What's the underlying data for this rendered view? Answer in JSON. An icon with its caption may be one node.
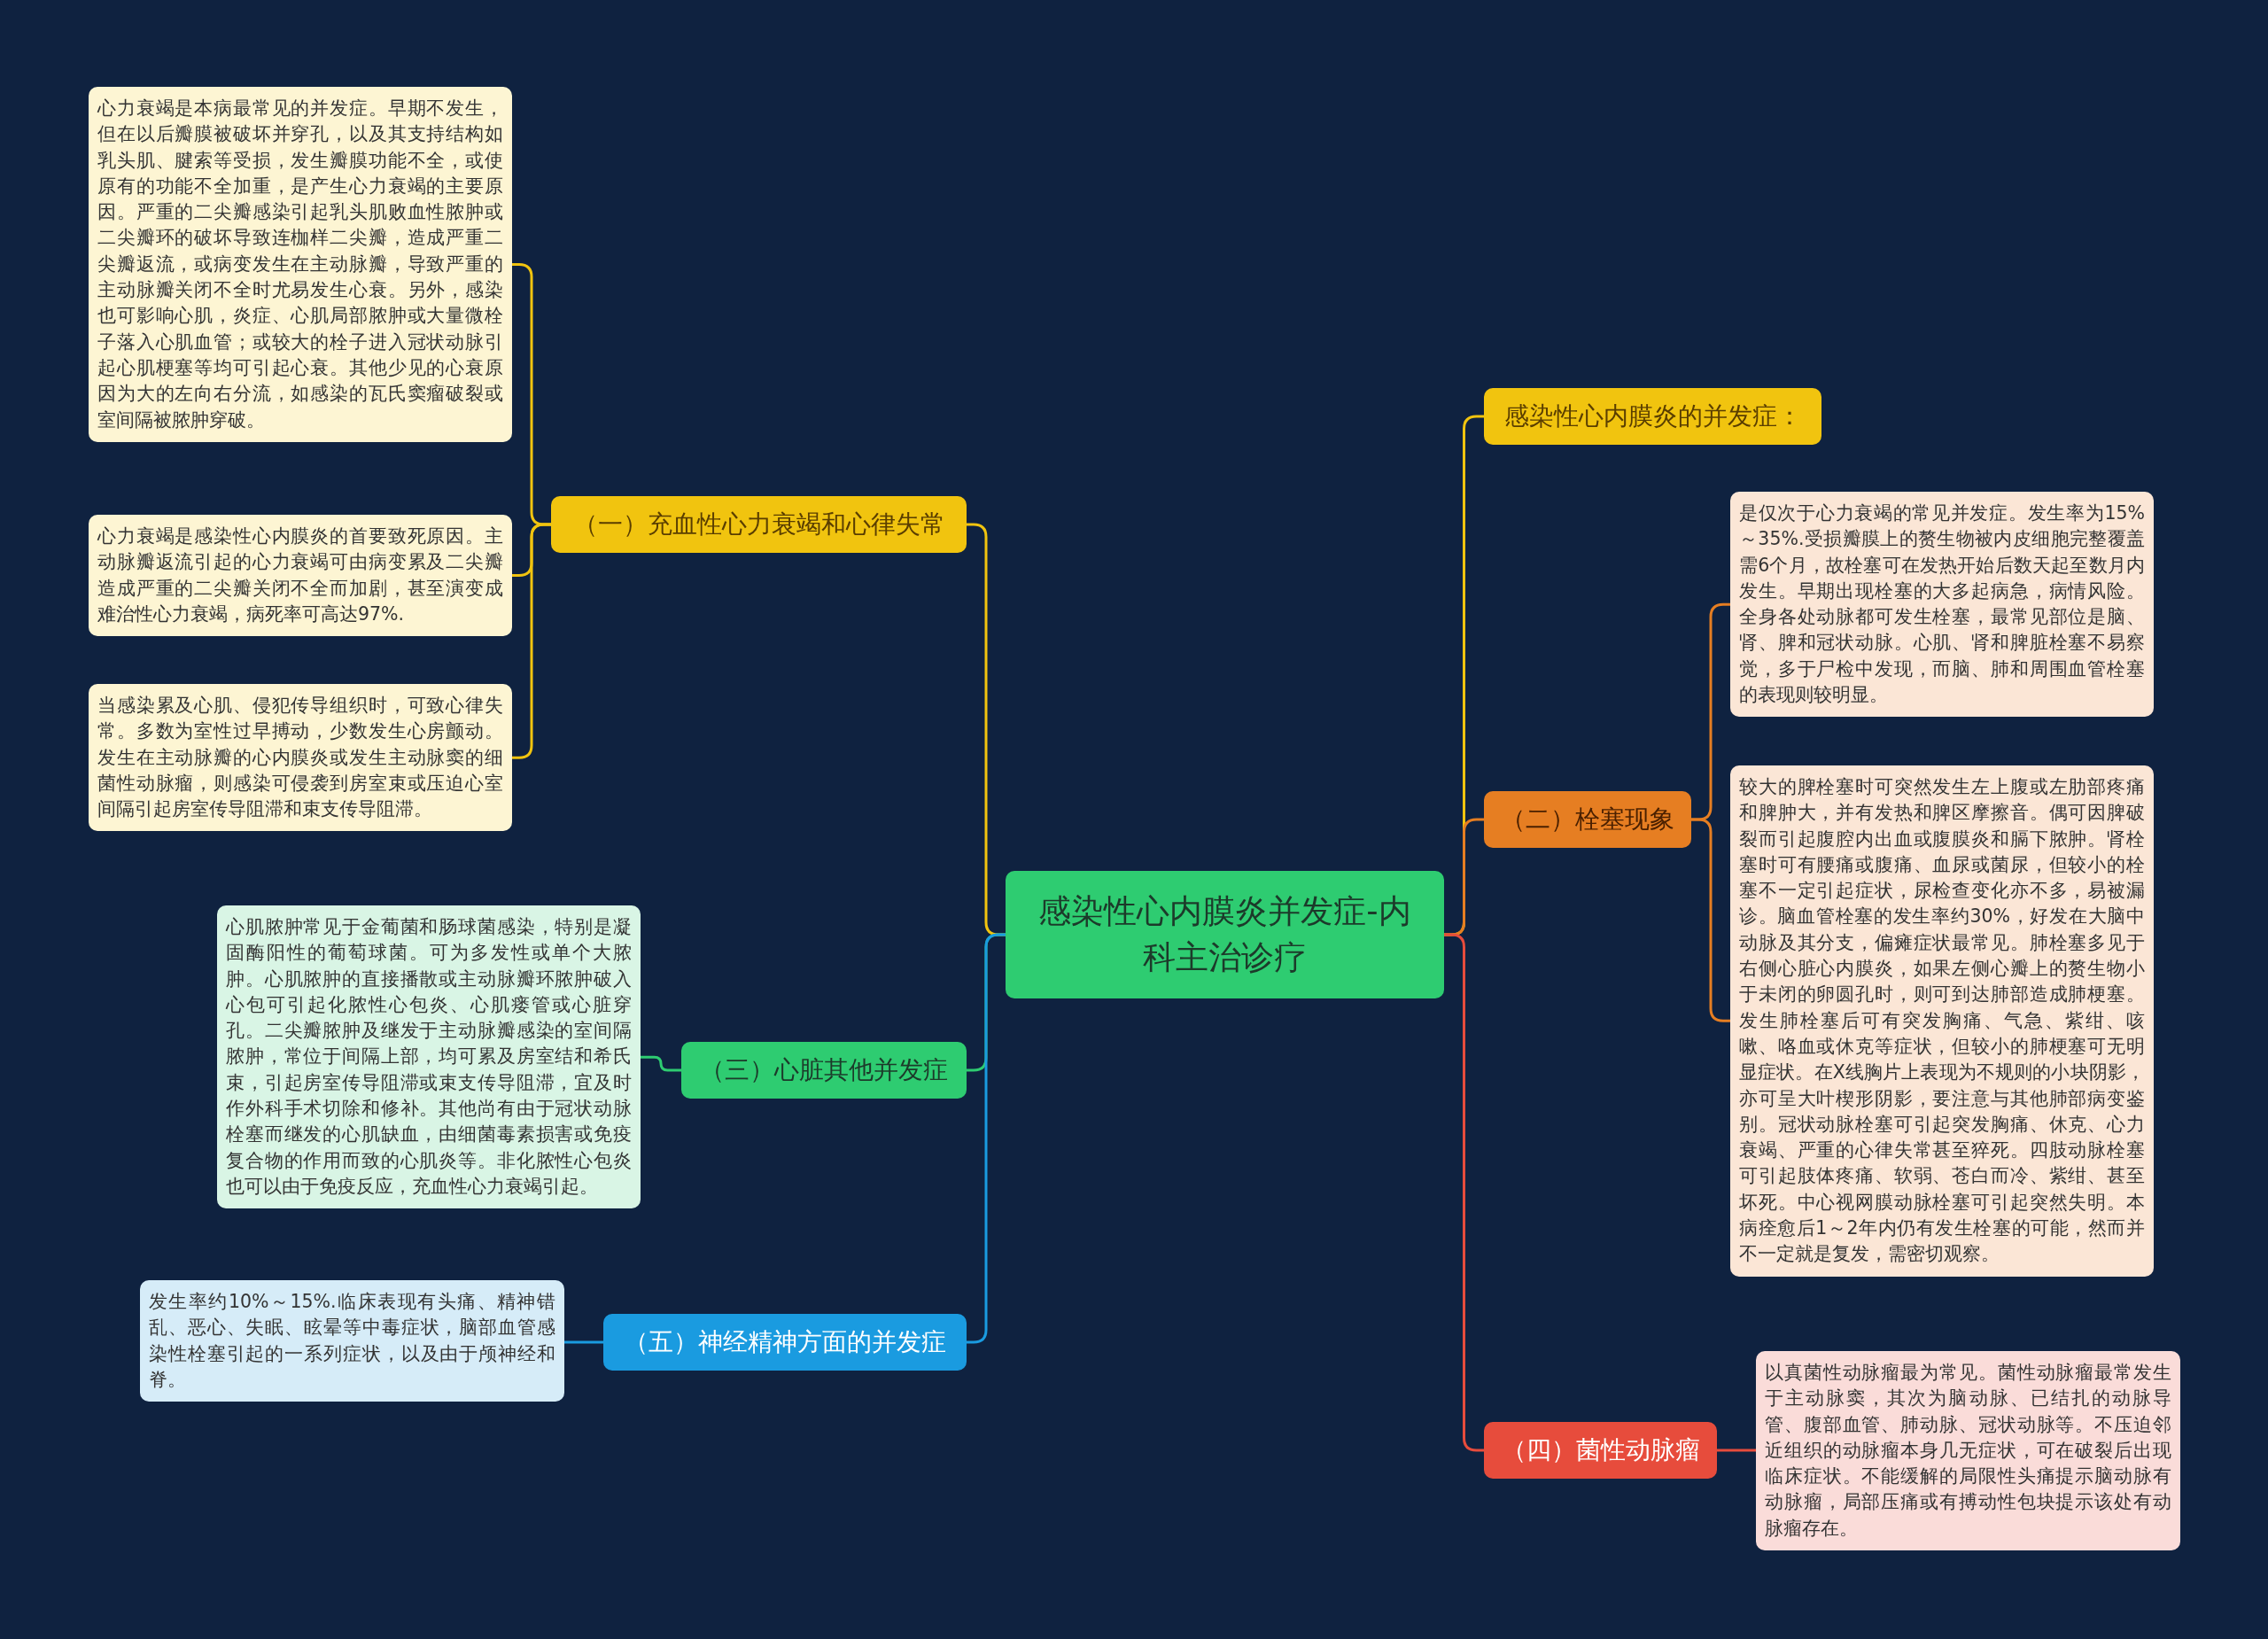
{
  "diagram": {
    "nodes": [
      {
        "text": [
          "感染性心内膜炎并发症-内科主治诊疗"
        ]
      },
      {
        "text": [
          "（一）充血性心力衰竭和心律失常"
        ]
      },
      {
        "text": [
          "心力衰竭是本病最常见的并发症。早期不发生，但在以后瓣膜被破坏并穿孔，以及其支持结构如乳头肌、腱索等受损，发生瓣膜功能不全，或使原有的功能不全加重，是产生心力衰竭的主要原因。严重的二尖瓣感染引起乳头肌败血性脓肿或二尖瓣环的破坏导致连枷样二尖瓣，造成严重二尖瓣返流，或病变发生在主动脉瓣，导致严重的主动脉瓣关闭不全时尤易发生心衰。另外，感染也可影响心肌，炎症、心肌局部脓肿或大量微栓子落入心肌血管；或较大的栓子进入冠状动脉引起心肌梗塞等均可引起心衰。其他少见的心衰原因为大的左向右分流，如感染的瓦氏窦瘤破裂或室间隔被脓肿穿破。"
        ]
      },
      {
        "text": [
          "心力衰竭是感染性心内膜炎的首要致死原因。主动脉瓣返流引起的心力衰竭可由病变累及二尖瓣造成严重的二尖瓣关闭不全而加剧，甚至演变成难治性心力衰竭，病死率可高达97%."
        ]
      },
      {
        "text": [
          "当感染累及心肌、侵犯传导组织时，可致心律失常。多数为室性过早搏动，少数发生心房颤动。发生在主动脉瓣的心内膜炎或发生主动脉窦的细菌性动脉瘤，则感染可侵袭到房室束或压迫心室间隔引起房室传导阻滞和束支传导阻滞。"
        ]
      },
      {
        "text": [
          "（三）心脏其他并发症"
        ]
      },
      {
        "text": [
          "心肌脓肿常见于金葡菌和肠球菌感染，特别是凝固酶阳性的葡萄球菌。可为多发性或单个大脓肿。心肌脓肿的直接播散或主动脉瓣环脓肿破入心包可引起化脓性心包炎、心肌瘘管或心脏穿孔。二尖瓣脓肿及继发于主动脉瓣感染的室间隔脓肿，常位于间隔上部，均可累及房室结和希氏束，引起房室传导阻滞或束支传导阻滞，宜及时作外科手术切除和修补。其他尚有由于冠状动脉栓塞而继发的心肌缺血，由细菌毒素损害或免疫复合物的作用而致的心肌炎等。非化脓性心包炎也可以由于免疫反应，充血性心力衰竭引起。"
        ]
      },
      {
        "text": [
          "（五）神经精神方面的并发症"
        ]
      },
      {
        "text": [
          "发生率约10%～15%.临床表现有头痛、精神错乱、恶心、失眠、眩晕等中毒症状，脑部血管感染性栓塞引起的一系列症状，以及由于颅神经和脊。"
        ]
      },
      {
        "text": [
          "感染性心内膜炎的并发症："
        ]
      },
      {
        "text": [
          "（二）栓塞现象"
        ]
      },
      {
        "text": [
          "是仅次于心力衰竭的常见并发症。发生率为15%～35%.受损瓣膜上的赘生物被内皮细胞完整覆盖需6个月，故栓塞可在发热开始后数天起至数月内发生。早期出现栓塞的大多起病急，病情风险。全身各处动脉都可发生栓塞，最常见部位是脑、肾、脾和冠状动脉。心肌、肾和脾脏栓塞不易察觉，多于尸检中发现，而脑、肺和周围血管栓塞的表现则较明显。"
        ]
      },
      {
        "text": [
          "较大的脾栓塞时可突然发生左上腹或左肋部疼痛和脾肿大，并有发热和脾区摩擦音。偶可因脾破裂而引起腹腔内出血或腹膜炎和膈下脓肿。肾栓塞时可有腰痛或腹痛、血尿或菌尿，但较小的栓塞不一定引起症状，尿检查变化亦不多，易被漏诊。脑血管栓塞的发生率约30%，好发在大脑中动脉及其分支，偏瘫症状最常见。肺栓塞多见于右侧心脏心内膜炎，如果左侧心瓣上的赘生物小于未闭的卵圆孔时，则可到达肺部造成肺梗塞。发生肺栓塞后可有突发胸痛、气急、紫绀、咳嗽、咯血或休克等症状，但较小的肺梗塞可无明显症状。在X线胸片上表现为不规则的小块阴影，亦可呈大叶楔形阴影，要注意与其他肺部病变鉴别。冠状动脉栓塞可引起突发胸痛、休克、心力衰竭、严重的心律失常甚至猝死。四肢动脉栓塞可引起肢体疼痛、软弱、苍白而冷、紫绀、甚至坏死。中心视网膜动脉栓塞可引起突然失明。本病痊愈后1～2年内仍有发生栓塞的可能，然而并不一定就是复发，需密切观察。"
        ]
      },
      {
        "text": [
          "（四）菌性动脉瘤"
        ]
      },
      {
        "text": [
          "以真菌性动脉瘤最为常见。菌性动脉瘤最常发生于主动脉窦，其次为脑动脉、已结扎的动脉导管、腹部血管、肺动脉、冠状动脉等。不压迫邻近组织的动脉瘤本身几无症状，可在破裂后出现临床症状。不能缓解的局限性头痛提示脑动脉有动脉瘤，局部压痛或有搏动性包块提示该处有动脉瘤存在。"
        ]
      }
    ],
    "edges": [
      {
        "from": 0,
        "to": 1,
        "arrow": "none",
        "color": "#f1c40f"
      },
      {
        "from": 1,
        "to": 2,
        "arrow": "none",
        "color": "#f1c40f"
      },
      {
        "from": 1,
        "to": 3,
        "arrow": "none",
        "color": "#f1c40f"
      },
      {
        "from": 1,
        "to": 4,
        "arrow": "none",
        "color": "#f1c40f"
      },
      {
        "from": 0,
        "to": 5,
        "arrow": "none",
        "color": "#2ecc71"
      },
      {
        "from": 5,
        "to": 6,
        "arrow": "none",
        "color": "#2ecc71"
      },
      {
        "from": 0,
        "to": 7,
        "arrow": "none",
        "color": "#1a9be0"
      },
      {
        "from": 7,
        "to": 8,
        "arrow": "none",
        "color": "#1a9be0"
      },
      {
        "from": 0,
        "to": 9,
        "arrow": "none",
        "color": "#f1c40f"
      },
      {
        "from": 0,
        "to": 10,
        "arrow": "none",
        "color": "#e67e22"
      },
      {
        "from": 10,
        "to": 11,
        "arrow": "none",
        "color": "#e67e22"
      },
      {
        "from": 10,
        "to": 12,
        "arrow": "none",
        "color": "#e67e22"
      },
      {
        "from": 0,
        "to": 13,
        "arrow": "none",
        "color": "#e74c3c"
      },
      {
        "from": 13,
        "to": 14,
        "arrow": "none",
        "color": "#e74c3c"
      }
    ]
  }
}
